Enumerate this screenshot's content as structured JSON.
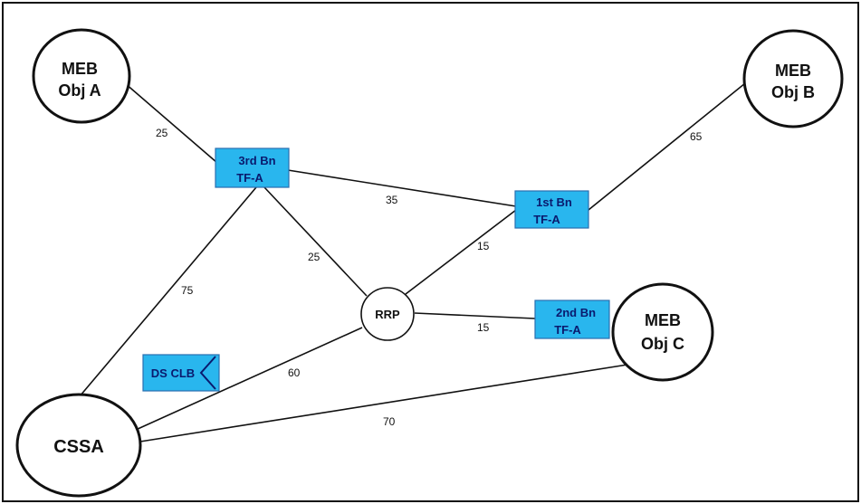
{
  "colors": {
    "box_fill": "#29b6ee",
    "line": "#111111",
    "box_text": "#0a1a6e"
  },
  "nodes": {
    "meb_a": {
      "line1": "MEB",
      "line2": "Obj A"
    },
    "meb_b": {
      "line1": "MEB",
      "line2": "Obj B"
    },
    "meb_c": {
      "line1": "MEB",
      "line2": "Obj C"
    },
    "cssa": {
      "label": "CSSA"
    },
    "rrp": {
      "label": "RRP"
    },
    "bn3": {
      "line1": "3rd Bn",
      "line2": "TF-A"
    },
    "bn1": {
      "line1": "1st Bn",
      "line2": "TF-A"
    },
    "bn2": {
      "line1": "2nd Bn",
      "line2": "TF-A"
    },
    "ds_clb": {
      "label": "DS CLB"
    }
  },
  "edges": {
    "a_bn3": "25",
    "bn3_bn1": "35",
    "bn1_b": "65",
    "bn3_cssa": "75",
    "bn3_rrp": "25",
    "rrp_bn1": "15",
    "rrp_bn2": "15",
    "cssa_rrp": "60",
    "cssa_c": "70"
  }
}
